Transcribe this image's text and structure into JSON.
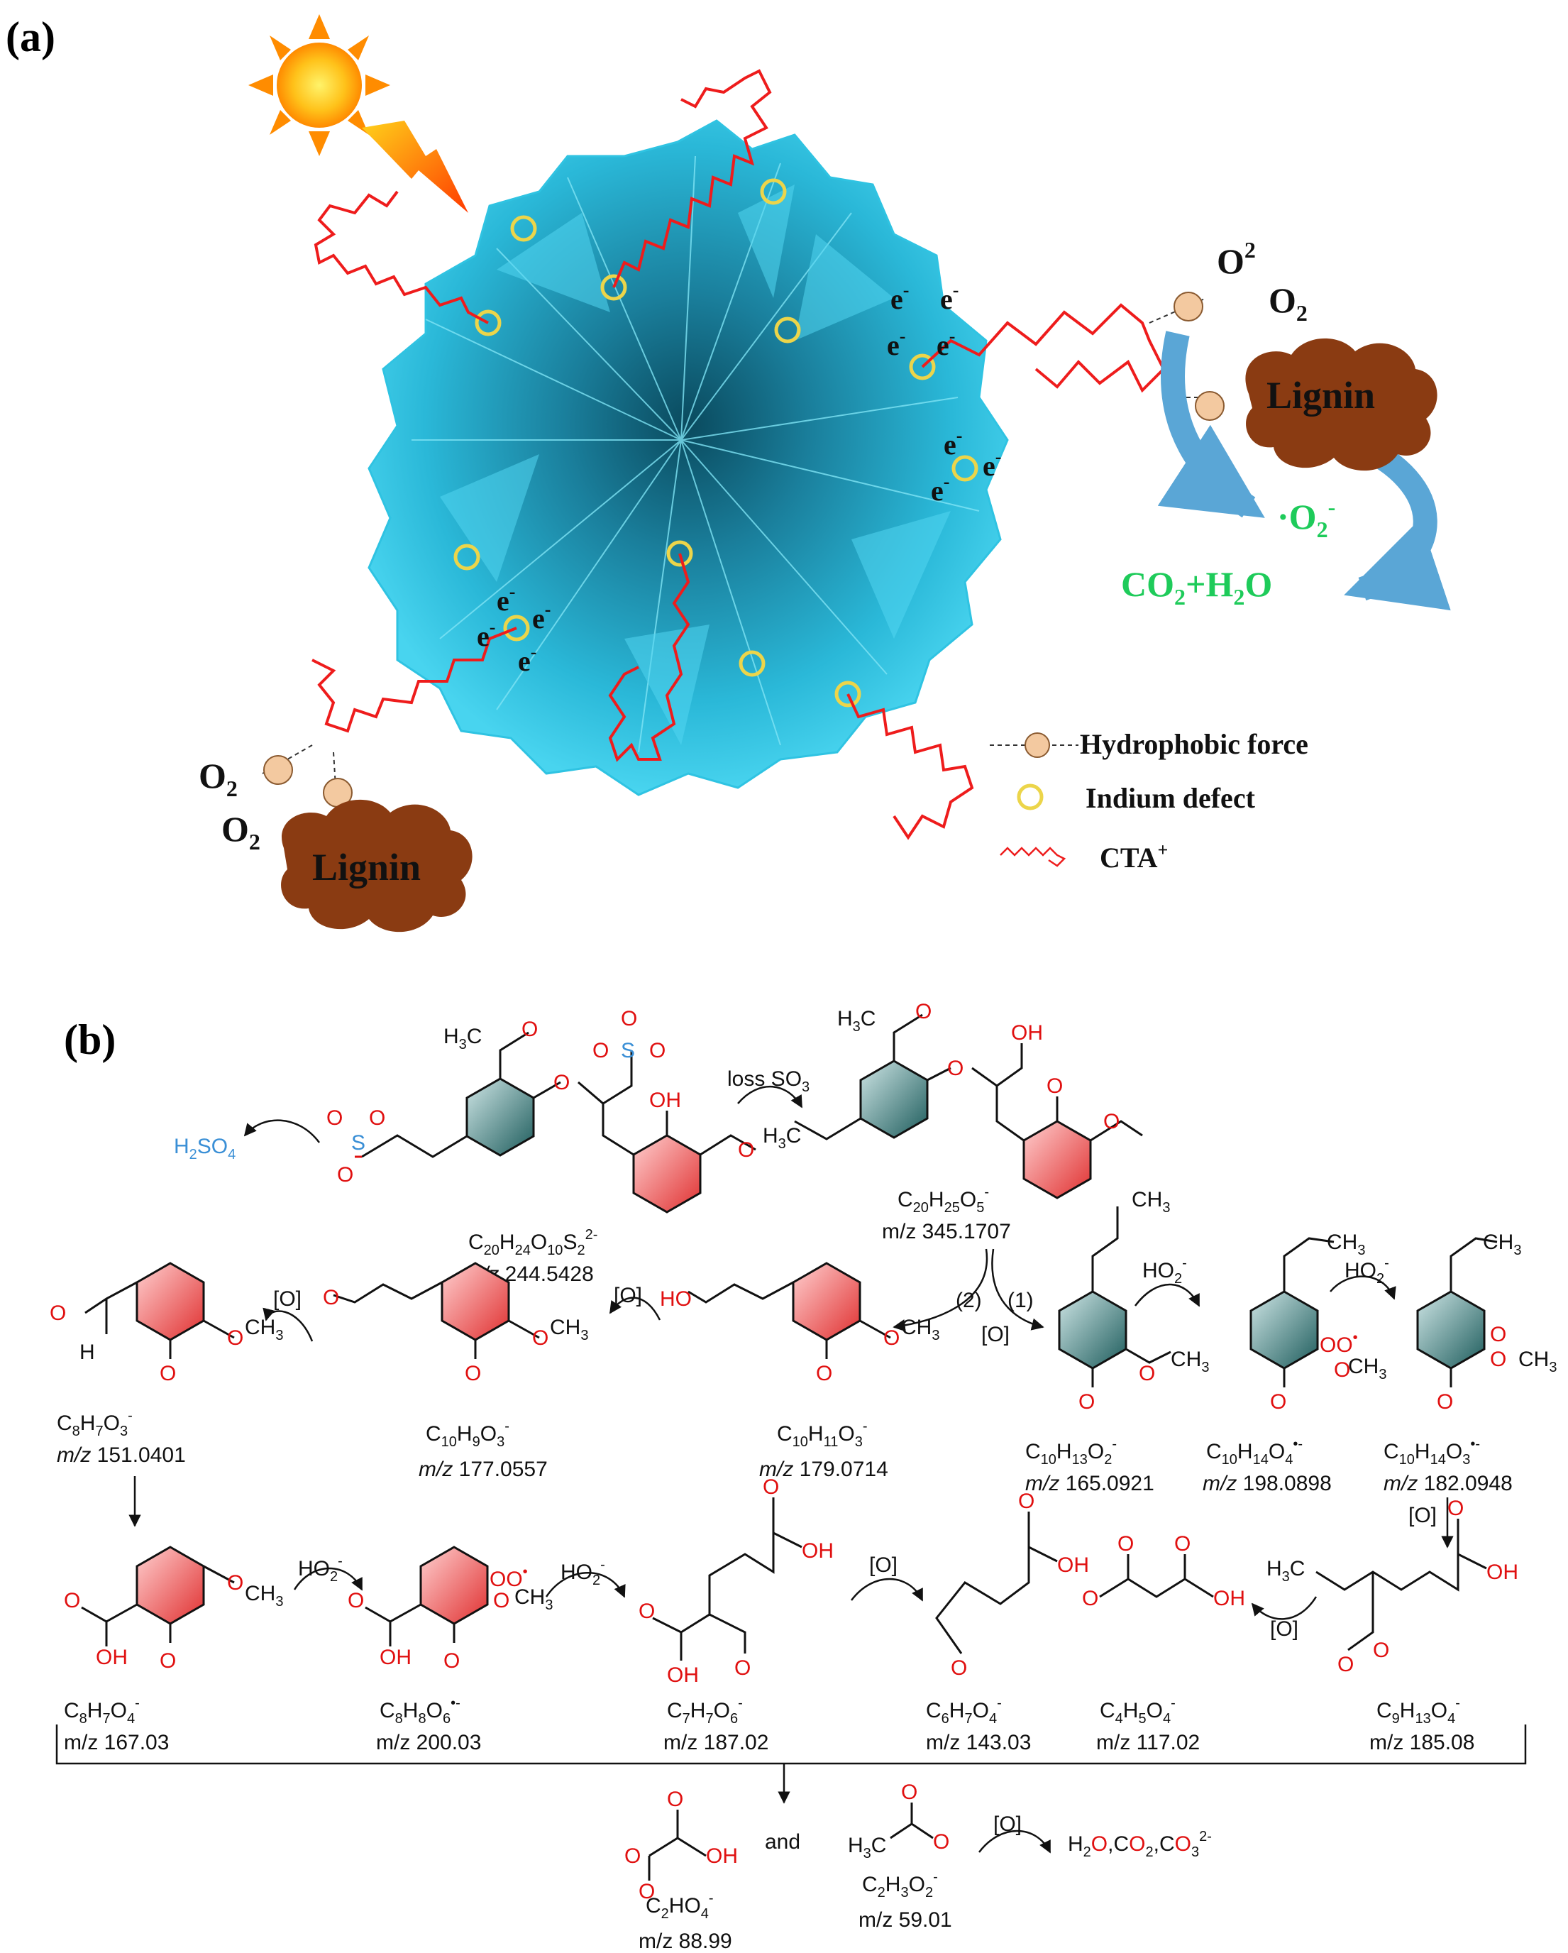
{
  "panel_a": {
    "label": "(a)",
    "electron": "e",
    "electron_sup": "-",
    "o2_right_1": "O",
    "o2_right_sub": "2",
    "o2_left_1": "O",
    "lignin": "Lignin",
    "superoxide": "·O",
    "superoxide_sub": "2",
    "superoxide_sup": "-",
    "product": "CO",
    "product_sub": "2",
    "product_mid": "+H",
    "product_sub2": "2",
    "product_end": "O",
    "legend": {
      "hydrophobic": "Hydrophobic force",
      "indium": "Indium defect",
      "cta": "CTA",
      "cta_sup": "+"
    },
    "colors": {
      "flower": "#29b6d8",
      "chain": "#ee1c1c",
      "defect": "#ecd54a",
      "lignin": "#8a3b12",
      "arrow": "#5aa6d6",
      "green": "#1ecb5a"
    }
  },
  "panel_b": {
    "label": "(b)",
    "loss_so3": "loss SO",
    "loss_so3_sub": "3",
    "h2so4": "H",
    "h2so4_sub": "2",
    "h2so4_mid": "SO",
    "h2so4_sub2": "4",
    "oxid": "[O]",
    "ho2": "HO",
    "ho2_sub": "2",
    "ho2_sup": "-",
    "and": "and",
    "path1": "(1)",
    "path2": "(2)",
    "final_products": "H2O,CO2,CO32-",
    "compounds": [
      {
        "formula": "C20H24O10S22-",
        "mz_label": "m/z",
        "mz": "244.5428"
      },
      {
        "formula": "C20H25O5-",
        "mz_label": "m/z",
        "mz": "345.1707"
      },
      {
        "formula": "C8H7O3-",
        "mz_label": "m/z",
        "mz": "151.0401"
      },
      {
        "formula": "C10H9O3-",
        "mz_label": "m/z",
        "mz": "177.0557"
      },
      {
        "formula": "C10H11O3-",
        "mz_label": "m/z",
        "mz": "179.0714"
      },
      {
        "formula": "C10H13O2-",
        "mz_label": "m/z",
        "mz": "165.0921"
      },
      {
        "formula": "C10H14O4•-",
        "mz_label": "m/z",
        "mz": "198.0898"
      },
      {
        "formula": "C10H14O3•-",
        "mz_label": "m/z",
        "mz": "182.0948"
      },
      {
        "formula": "C8H7O4-",
        "mz_label": "m/z",
        "mz": "167.03"
      },
      {
        "formula": "C8H8O6•-",
        "mz_label": "m/z",
        "mz": "200.03"
      },
      {
        "formula": "C7H7O6-",
        "mz_label": "m/z",
        "mz": "187.02"
      },
      {
        "formula": "C6H7O4-",
        "mz_label": "m/z",
        "mz": "143.03"
      },
      {
        "formula": "C4H5O4-",
        "mz_label": "m/z",
        "mz": "117.02"
      },
      {
        "formula": "C9H13O4-",
        "mz_label": "m/z",
        "mz": "185.08"
      },
      {
        "formula": "C2HO4-",
        "mz_label": "m/z",
        "mz": "88.99"
      },
      {
        "formula": "C2H3O2-",
        "mz_label": "m/z",
        "mz": "59.01"
      }
    ],
    "groups": {
      "h3c_o": "H3C",
      "ch3": "CH3",
      "oh": "OH",
      "o": "O",
      "h": "H",
      "s": "S",
      "oo": "OO"
    }
  }
}
